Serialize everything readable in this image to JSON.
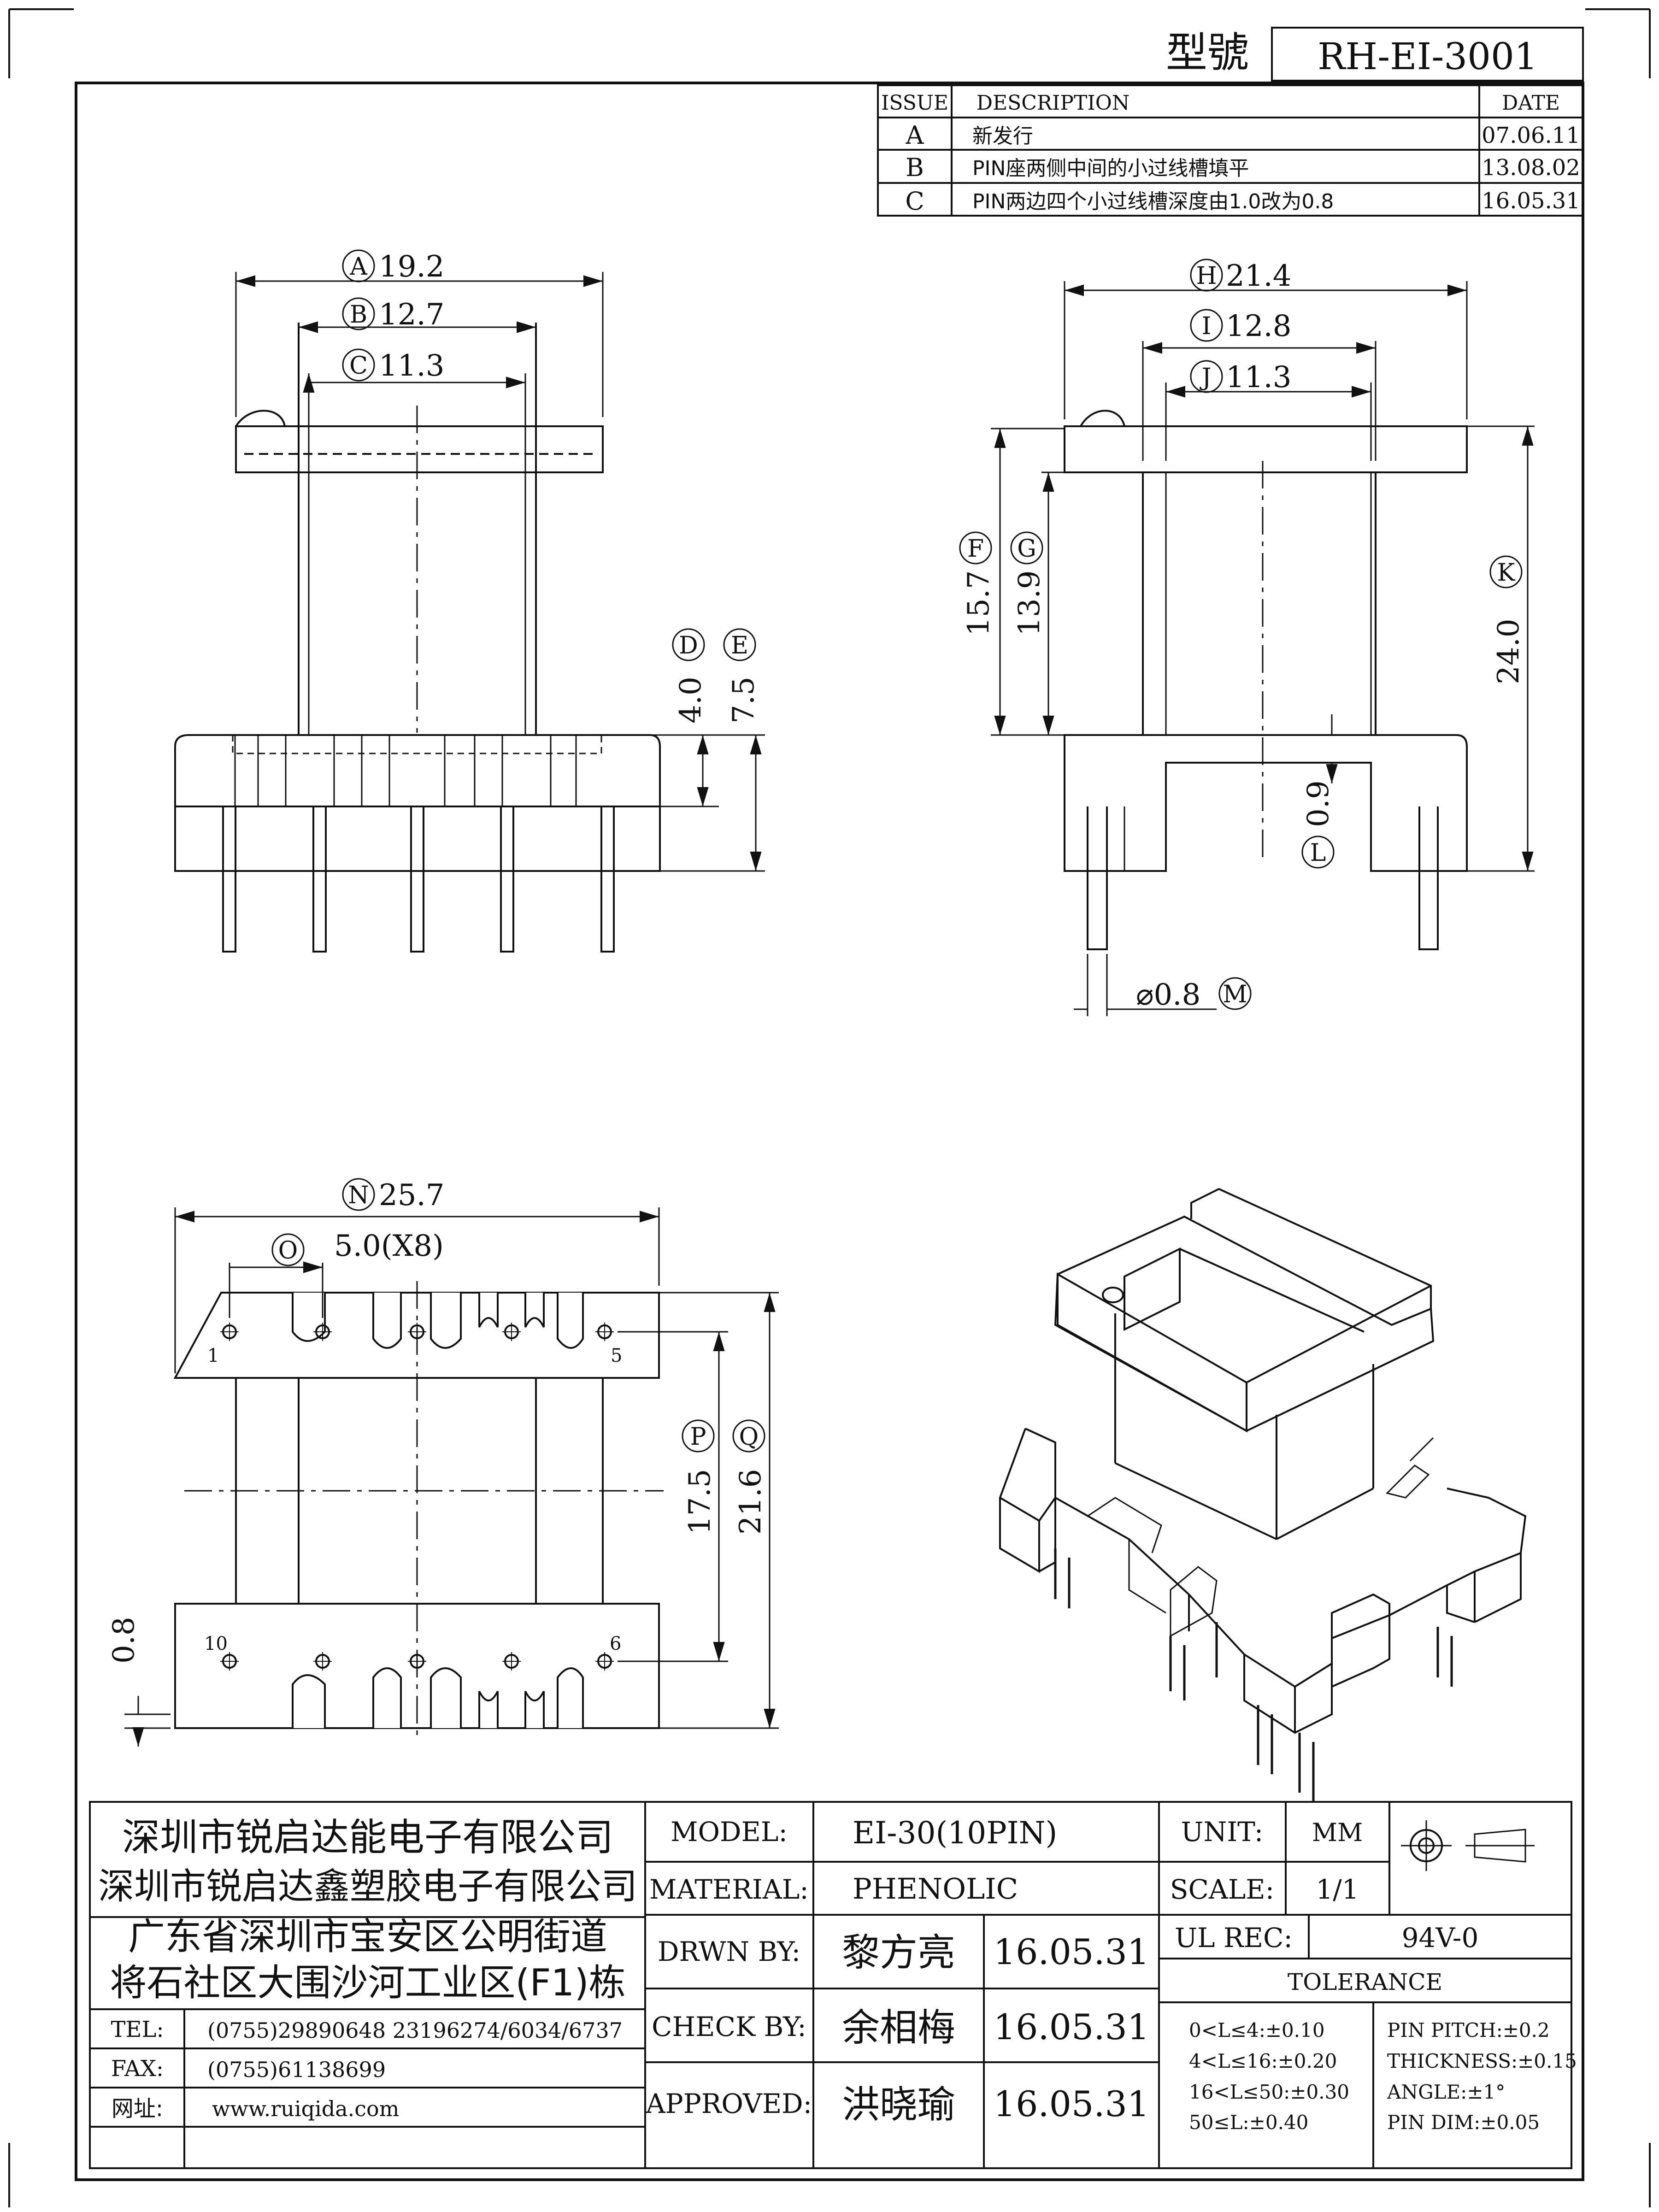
{
  "header": {
    "model_label": "型號",
    "model_no": "RH-EI-3001"
  },
  "revisions": {
    "columns": [
      "ISSUE",
      "DESCRIPTION",
      "DATE"
    ],
    "rows": [
      {
        "issue": "A",
        "description": "新发行",
        "date": "07.06.11"
      },
      {
        "issue": "B",
        "description": "PIN座两侧中间的小过线槽填平",
        "date": "13.08.02"
      },
      {
        "issue": "C",
        "description": "PIN两边四个小过线槽深度由1.0改为0.8",
        "date": "16.05.31"
      }
    ]
  },
  "dims": {
    "A": {
      "letter": "A",
      "value": "19.2"
    },
    "B": {
      "letter": "B",
      "value": "12.7"
    },
    "C": {
      "letter": "C",
      "value": "11.3"
    },
    "D": {
      "letter": "D",
      "value": "4.0"
    },
    "E": {
      "letter": "E",
      "value": "7.5"
    },
    "F": {
      "letter": "F",
      "value": "15.7"
    },
    "G": {
      "letter": "G",
      "value": "13.9"
    },
    "H": {
      "letter": "H",
      "value": "21.4"
    },
    "I": {
      "letter": "I",
      "value": "12.8"
    },
    "J": {
      "letter": "J",
      "value": "11.3"
    },
    "K": {
      "letter": "K",
      "value": "24.0"
    },
    "L": {
      "letter": "L",
      "value": "0.9"
    },
    "M": {
      "letter": "M",
      "value": "⌀0.8"
    },
    "N": {
      "letter": "N",
      "value": "25.7"
    },
    "O": {
      "letter": "O",
      "value": "5.0(X8)"
    },
    "P": {
      "letter": "P",
      "value": "17.5"
    },
    "Q": {
      "letter": "Q",
      "value": "21.6"
    },
    "bottom_gap": "0.8"
  },
  "pins": {
    "p1": "1",
    "p5": "5",
    "p10": "10",
    "p6": "6"
  },
  "company": {
    "line1": "深圳市锐启达能电子有限公司",
    "line2": "深圳市锐启达鑫塑胶电子有限公司",
    "line3": "广东省深圳市宝安区公明街道",
    "line4": "将石社区大围沙河工业区(F1)栋"
  },
  "contact": {
    "tel_label": "TEL:",
    "tel": "(0755)29890648  23196274/6034/6737",
    "fax_label": "FAX:",
    "fax": "(0755)61138699",
    "web_label": "网址:",
    "web": "www.ruiqida.com"
  },
  "title_block": {
    "model_label": "MODEL:",
    "model": "EI-30(10PIN)",
    "material_label": "MATERIAL:",
    "material": "PHENOLIC",
    "drawn_label": "DRWN BY:",
    "drawn_by": "黎方亮",
    "drawn_date": "16.05.31",
    "check_label": "CHECK BY:",
    "checked_by": "余相梅",
    "check_date": "16.05.31",
    "approved_label": "APPROVED:",
    "approved_by": "洪晓瑜",
    "approved_date": "16.05.31",
    "unit_label": "UNIT:",
    "unit": "MM",
    "scale_label": "SCALE:",
    "scale": "1/1",
    "ul_label": "UL REC:",
    "ul": "94V-0",
    "tolerance_title": "TOLERANCE",
    "tol": [
      "0<L≤4:±0.10",
      "4<L≤16:±0.20",
      "16<L≤50:±0.30",
      "50≤L:±0.40"
    ],
    "tol2": [
      "PIN PITCH:±0.2",
      "THICKNESS:±0.15",
      "ANGLE:±1°",
      "PIN DIM:±0.05"
    ]
  }
}
